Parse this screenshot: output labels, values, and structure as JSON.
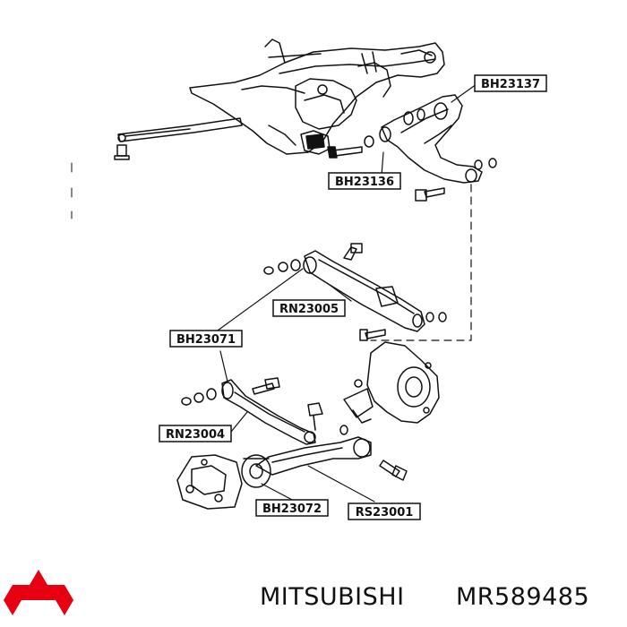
{
  "labels": {
    "bh23137": "BH23137",
    "bh23136": "BH23136",
    "rn23005": "RN23005",
    "bh23071": "BH23071",
    "rn23004": "RN23004",
    "bh23072": "BH23072",
    "rs23001": "RS23001"
  },
  "footer": {
    "brand": "MITSUBISHI",
    "part_number": "MR589485"
  },
  "colors": {
    "ink": "#111111",
    "logo_red": "#e60012"
  }
}
